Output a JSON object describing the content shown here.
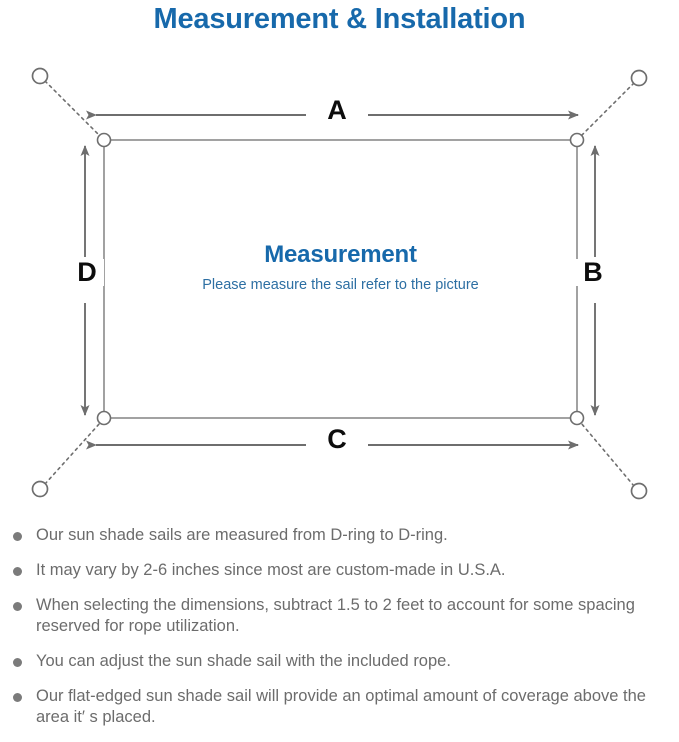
{
  "title": "Measurement & Installation",
  "colors": {
    "title_blue": "#1769ab",
    "sail_heading_blue": "#1769ab",
    "sail_sub_blue": "#2d6fa3",
    "note_text_gray": "#6c6c6c",
    "bullet_gray": "#7b7b7b",
    "line_gray": "#6e6e6e",
    "sail_border_gray": "#8a8a8a",
    "label_black": "#0d0d0d"
  },
  "diagram": {
    "sail": {
      "heading": "Measurement",
      "subtext": "Please measure the sail refer to the picture"
    },
    "dimension_labels": {
      "top": "A",
      "right": "B",
      "bottom": "C",
      "left": "D"
    },
    "d_rings": [
      "d-ring-top-left",
      "d-ring-top-right",
      "d-ring-bottom-left",
      "d-ring-bottom-right"
    ],
    "anchor_points": [
      "anchor-top-left",
      "anchor-top-right",
      "anchor-bottom-left",
      "anchor-bottom-right"
    ]
  },
  "notes": [
    "Our sun shade sails are measured from D-ring to D-ring.",
    "It may vary by 2-6 inches since most are custom-made in U.S.A.",
    "When selecting the dimensions, subtract 1.5 to 2 feet to account for some spacing reserved for rope utilization.",
    "You can adjust the sun shade sail with the included rope.",
    "Our flat-edged sun shade sail will provide an optimal amount of coverage above the area it′ s placed."
  ]
}
